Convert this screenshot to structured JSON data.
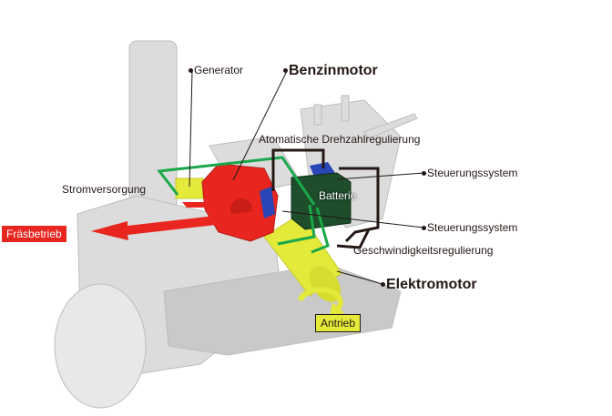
{
  "labels": {
    "generator": "Generator",
    "benzinmotor": "Benzinmotor",
    "drehzahl": "Atomatische Drehzahlregulierung",
    "steuerung_top": "Steuerungssystem",
    "stromversorgung": "Stromversorgung",
    "batterie": "Batterie",
    "steuerung_bottom": "Steuerungssystem",
    "geschwindigkeit": "Geschwindigkeitsregulierung",
    "elektromotor": "Elektromotor",
    "antrieb": "Antrieb",
    "fraesbetrieb": "Fräsbetrieb"
  },
  "colors": {
    "engine": "#e8261f",
    "battery": "#1d4d2b",
    "motor": "#e3ea3a",
    "power_line": "#1aa84a",
    "control_line": "#231815",
    "actuator": "#2846b5",
    "machine": "#d9d9d9"
  }
}
